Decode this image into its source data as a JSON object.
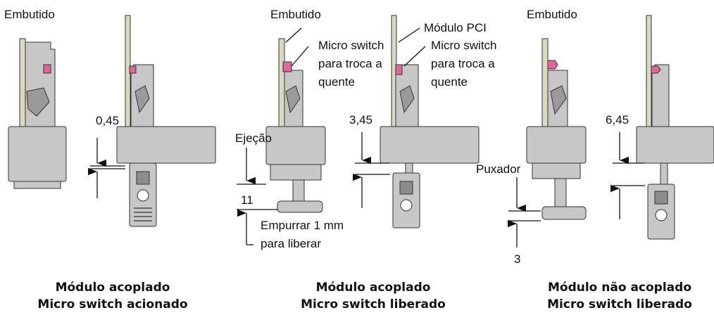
{
  "colors": {
    "switch_pink": "#e0669c",
    "body_gray": "#c7c7c7",
    "pcb_beige": "#d9d9bf"
  },
  "panels": [
    {
      "inset_label": "Embutido",
      "dimension": "0,45",
      "caption_line1": "Módulo acoplado",
      "caption_line2": "Micro switch acionado"
    },
    {
      "inset_label": "Embutido",
      "pcb_label": "Módulo PCI",
      "switch_label_left": [
        "Micro switch",
        "para troca a",
        "quente"
      ],
      "switch_label_right": [
        "Micro switch",
        "para troca a",
        "quente"
      ],
      "eject_label": "Ejeção",
      "eject_value": "11",
      "push_label": [
        "Empurrar 1 mm",
        "para liberar"
      ],
      "dimension": "3,45",
      "caption_line1": "Módulo acoplado",
      "caption_line2": "Micro switch liberado"
    },
    {
      "inset_label": "Embutido",
      "puller_label": "Puxador",
      "puller_value": "3",
      "dimension": "6,45",
      "caption_line1": "Módulo não acoplado",
      "caption_line2": "Micro switch liberado"
    }
  ]
}
